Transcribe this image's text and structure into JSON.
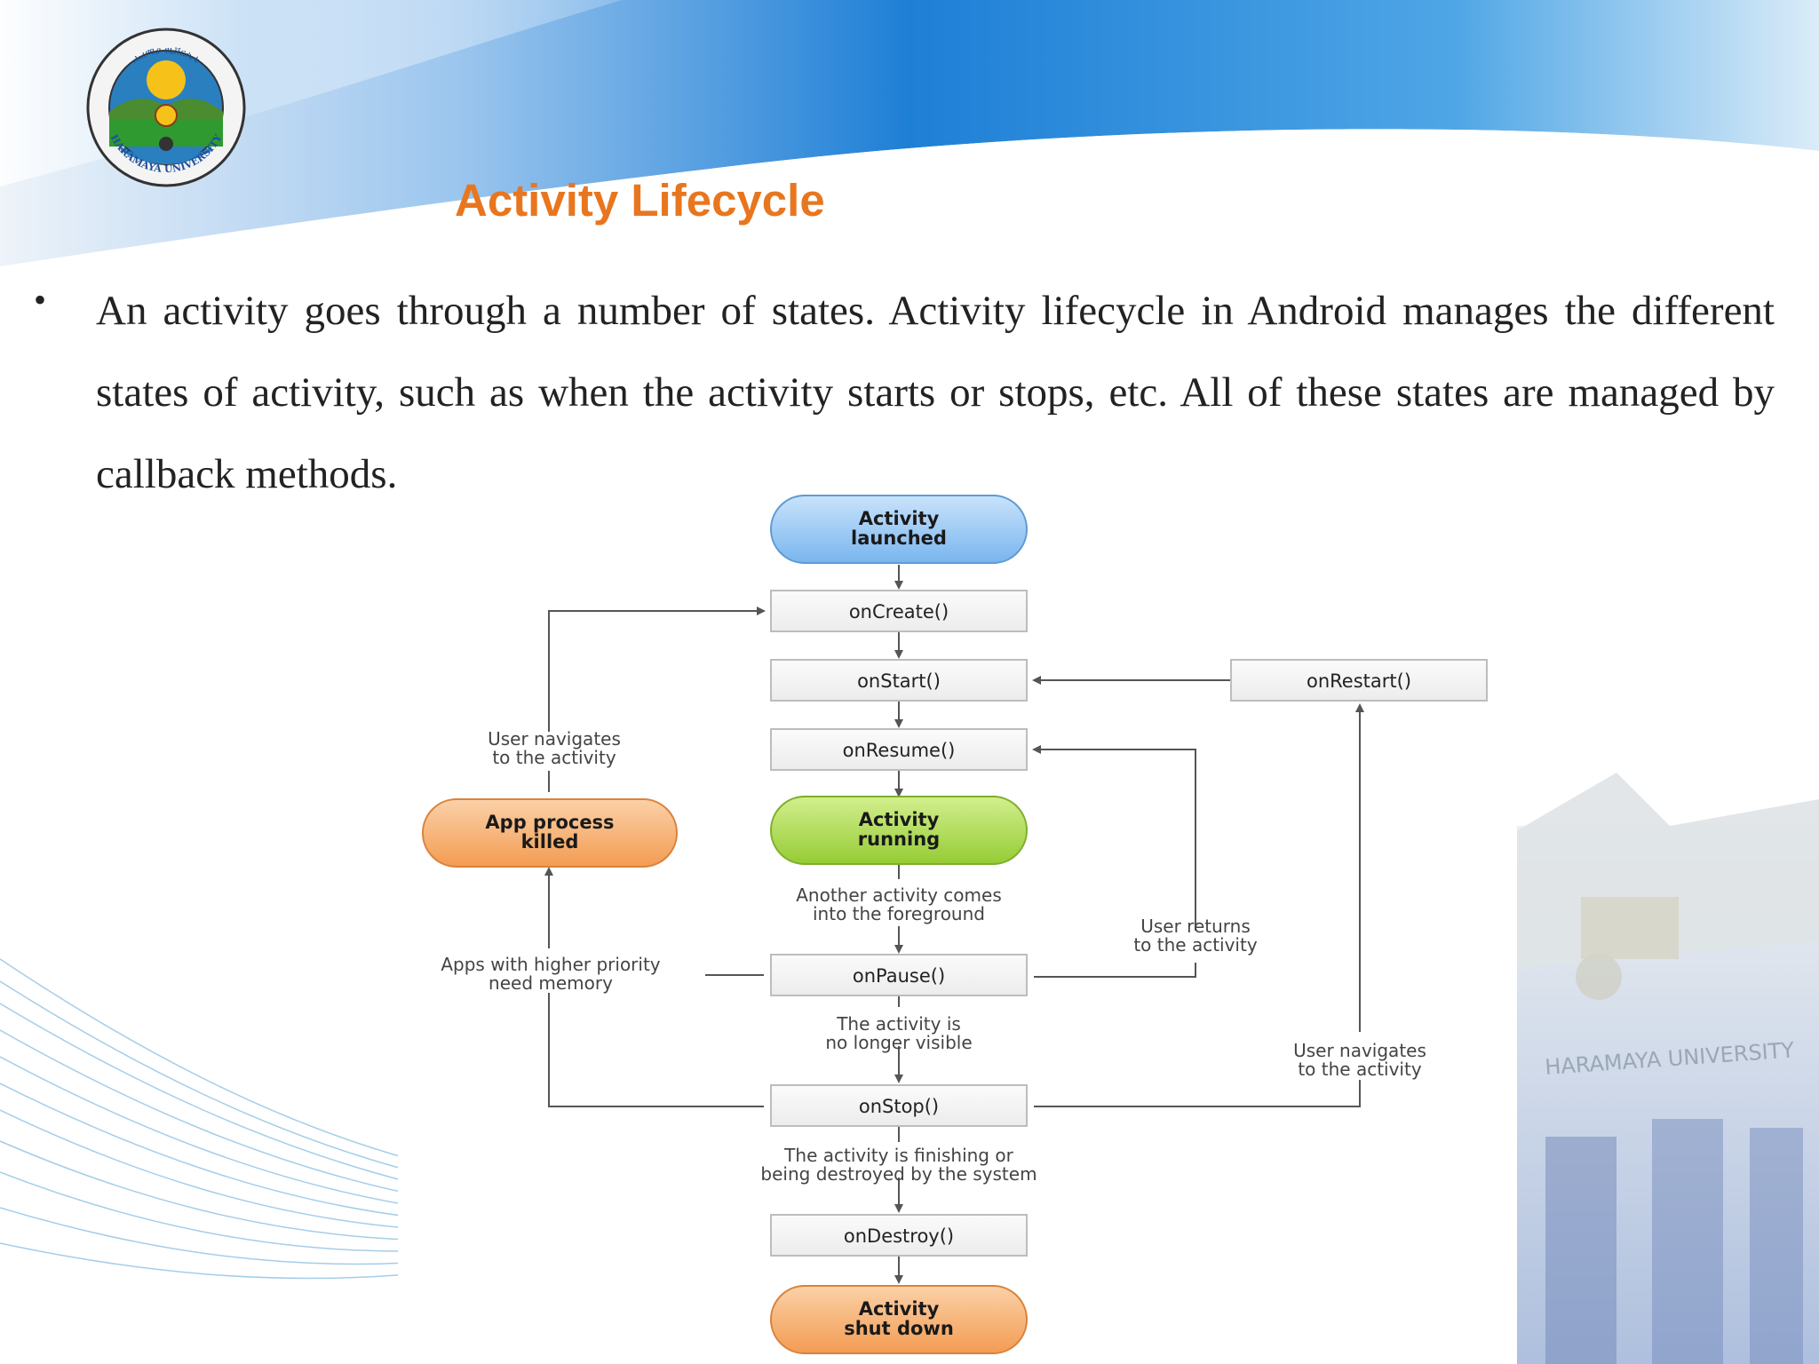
{
  "slide": {
    "title": "Activity Lifecycle",
    "bullet": "•",
    "body": "An activity goes through a number of states. Activity lifecycle in Android manages the different states of activity, such as when the activity starts or stops, etc. All of these states are managed by callback methods.",
    "logo": {
      "icon": "haramaya-university-seal",
      "lettering_top": "ሐረማያ ዩኒቨርሲቲ",
      "lettering_bottom": "HARAMAYA UNIVERSITY"
    },
    "background_watermark": "HARAMAYA UNIVERSITY"
  },
  "diagram": {
    "pills": {
      "launched": {
        "lines": [
          "Activity",
          "launched"
        ],
        "color": "#8ec3f4"
      },
      "running": {
        "lines": [
          "Activity",
          "running"
        ],
        "color": "#a6d84a"
      },
      "killed": {
        "lines": [
          "App process",
          "killed"
        ],
        "color": "#f5a863"
      },
      "shutdown": {
        "lines": [
          "Activity",
          "shut down"
        ],
        "color": "#f5a863"
      }
    },
    "methods": {
      "onCreate": "onCreate()",
      "onStart": "onStart()",
      "onResume": "onResume()",
      "onPause": "onPause()",
      "onStop": "onStop()",
      "onDestroy": "onDestroy()",
      "onRestart": "onRestart()"
    },
    "edge_labels": {
      "user_navigates_left": [
        "User navigates",
        "to the activity"
      ],
      "another_activity": [
        "Another activity comes",
        "into the foreground"
      ],
      "higher_priority": [
        "Apps with higher priority",
        "need memory"
      ],
      "user_returns": [
        "User returns",
        "to the activity"
      ],
      "no_longer_visible": [
        "The activity is",
        "no longer visible"
      ],
      "user_navigates_right": [
        "User navigates",
        "to the activity"
      ],
      "finishing": [
        "The activity is finishing or",
        "being destroyed by the system"
      ]
    }
  },
  "colors": {
    "title": "#e8761f",
    "banner_blue": "#1a78d2",
    "arrow": "#555555"
  }
}
